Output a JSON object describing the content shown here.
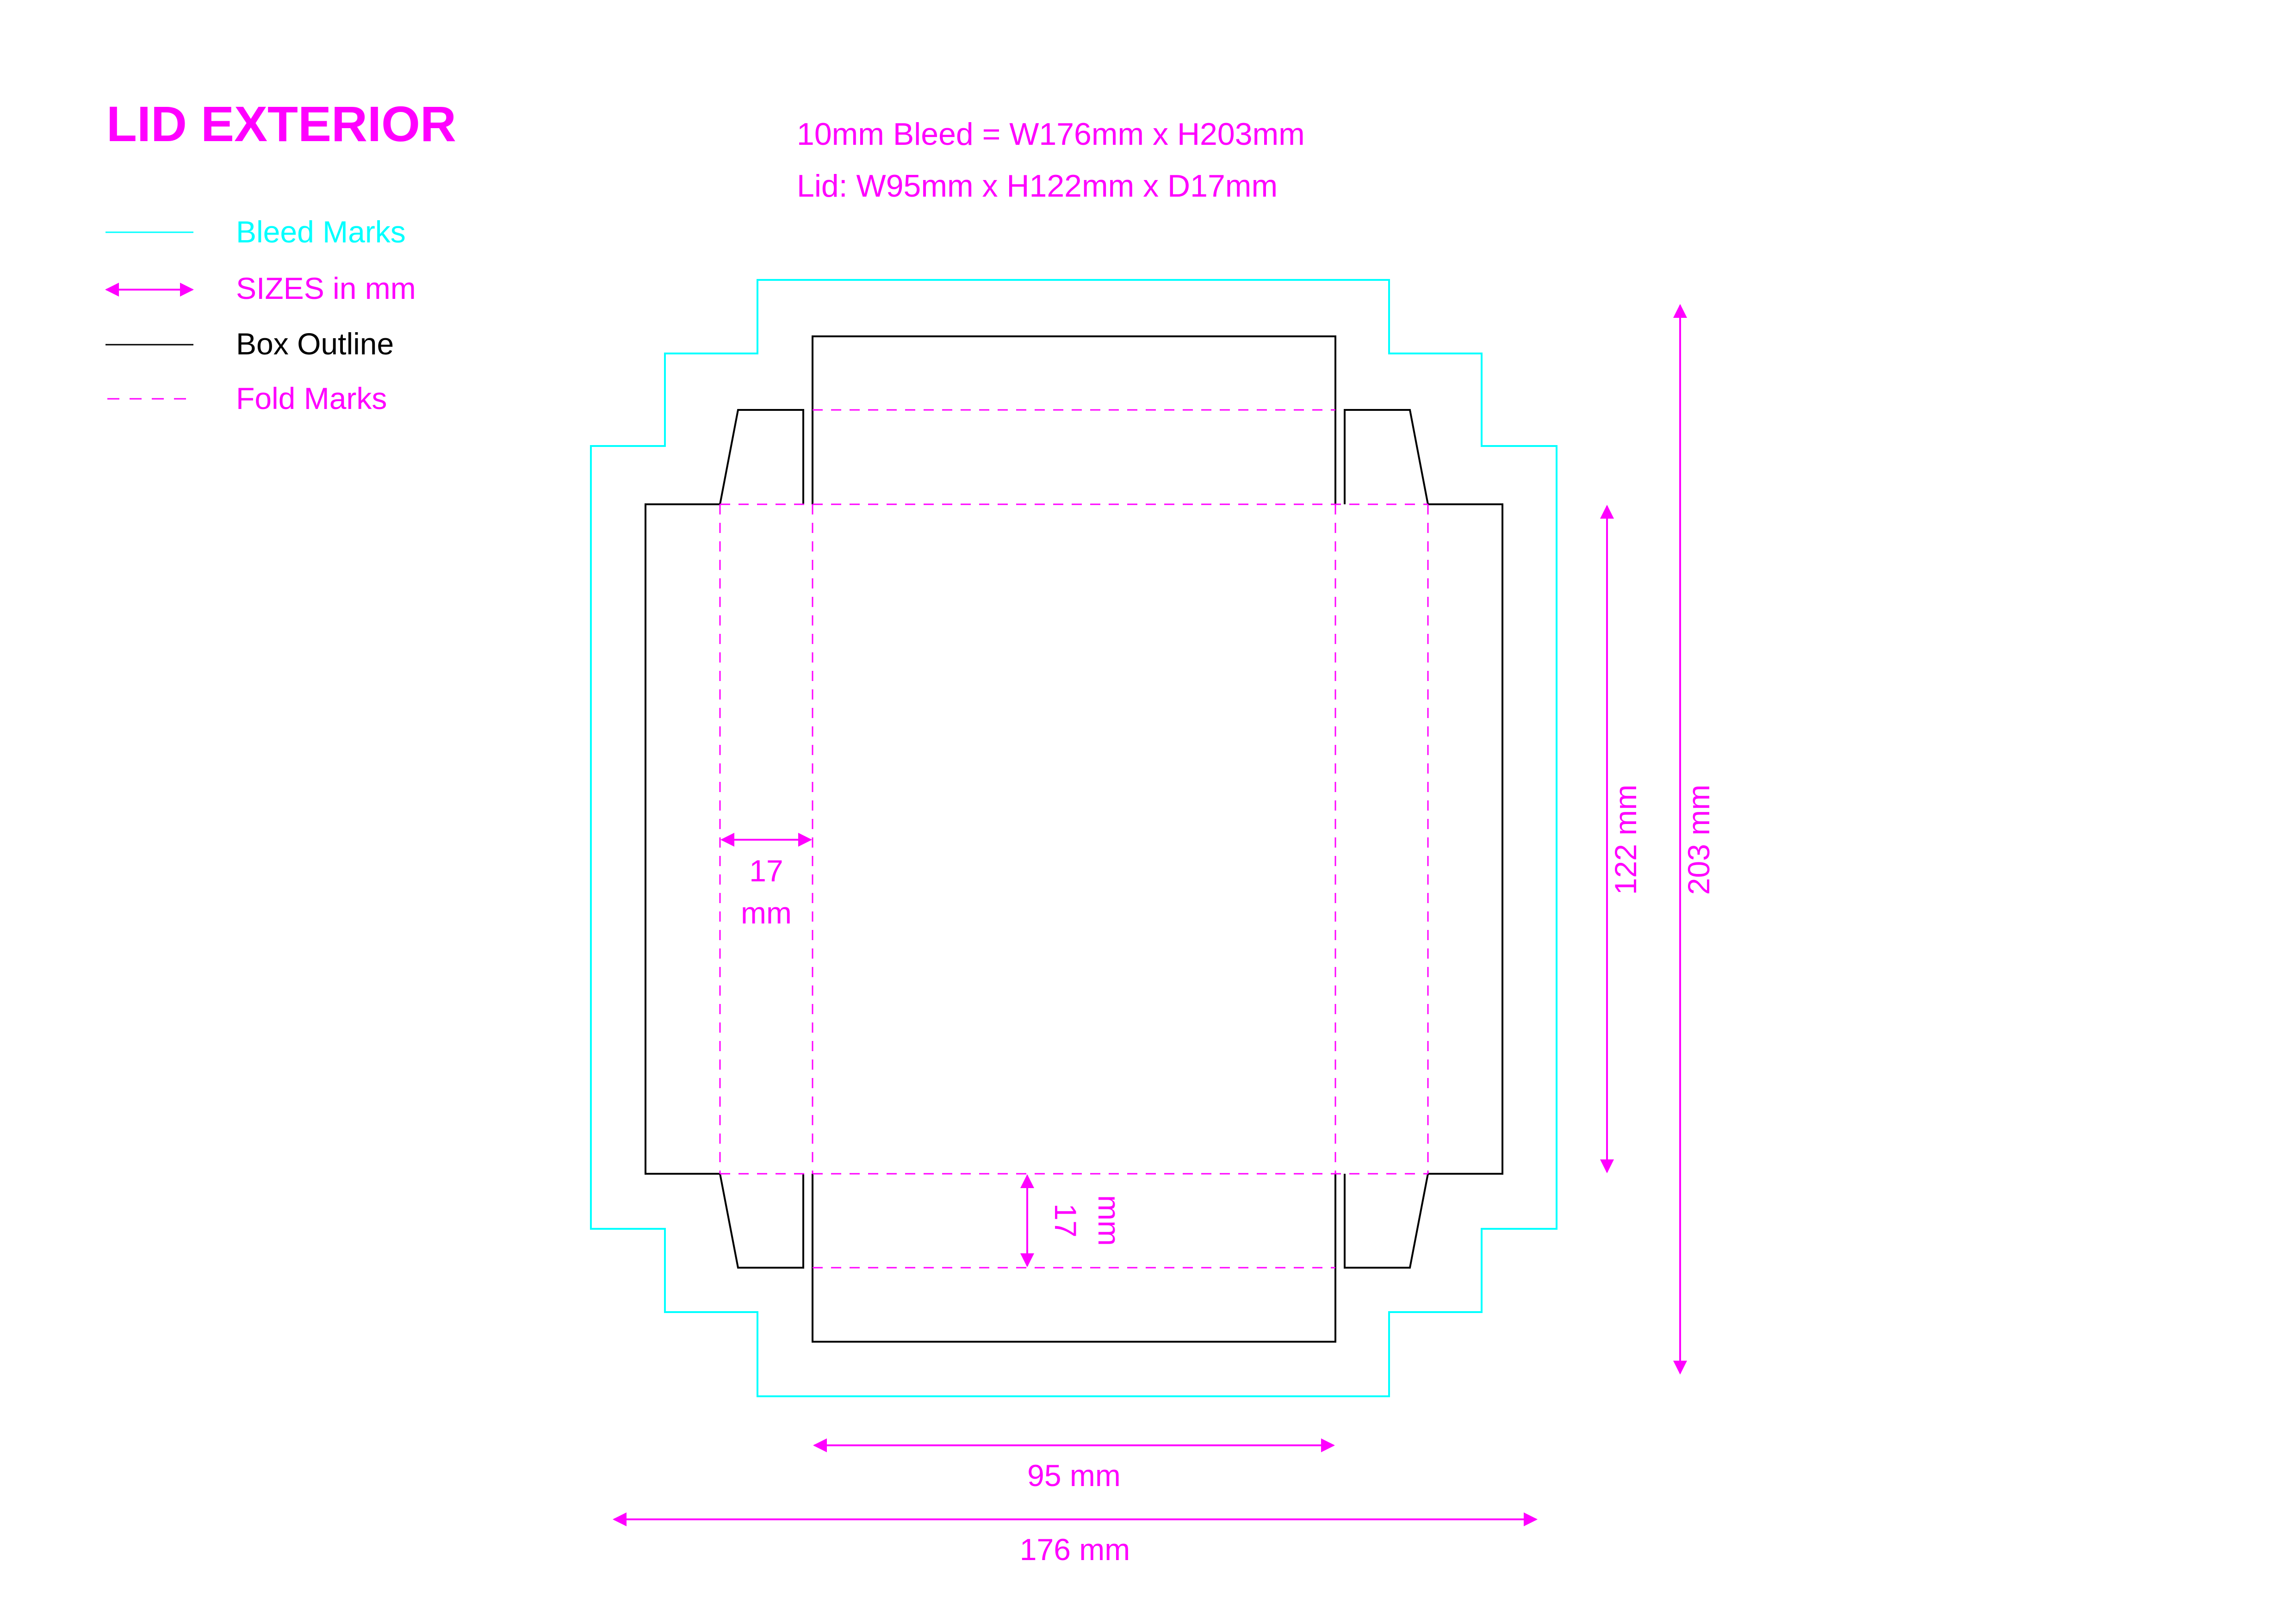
{
  "title": "LID EXTERIOR",
  "info": {
    "bleed_line": "10mm Bleed = W176mm x H203mm",
    "lid_line": "Lid: W95mm x H122mm x D17mm"
  },
  "legend": {
    "items": [
      {
        "label": "Bleed Marks",
        "color": "#00ffff",
        "icon": "solid-line-icon"
      },
      {
        "label": "SIZES in mm",
        "color": "#ff00ff",
        "icon": "double-arrow-icon"
      },
      {
        "label": "Box Outline",
        "color": "#000000",
        "icon": "solid-line-icon"
      },
      {
        "label": "Fold Marks",
        "color": "#ff00ff",
        "icon": "dashed-line-icon"
      }
    ]
  },
  "dimensions": {
    "lid_width": "95 mm",
    "bleed_width": "176 mm",
    "lid_height": "122 mm",
    "bleed_height": "203 mm",
    "depth_side_value": "17",
    "depth_side_unit": "mm",
    "depth_bottom_value": "17",
    "depth_bottom_unit": "mm"
  },
  "colors": {
    "accent": "#ff00ff",
    "bleed": "#00ffff",
    "outline": "#000000"
  }
}
